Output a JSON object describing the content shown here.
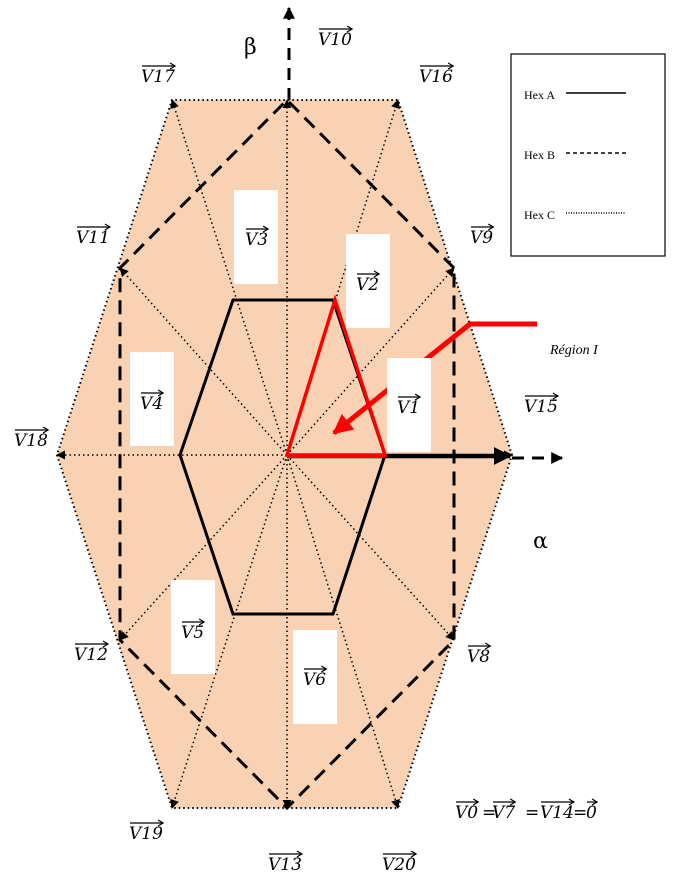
{
  "axes": {
    "alpha": "α",
    "beta": "β"
  },
  "vectors": {
    "v0": "V0",
    "v1": "V1",
    "v2": "V2",
    "v3": "V3",
    "v4": "V4",
    "v5": "V5",
    "v6": "V6",
    "v7": "V7",
    "v8": "V8",
    "v9": "V9",
    "v10": "V10",
    "v11": "V11",
    "v12": "V12",
    "v13": "V13",
    "v14": "V14",
    "v15": "V15",
    "v16": "V16",
    "v17": "V17",
    "v18": "V18",
    "v19": "V19",
    "v20": "V20"
  },
  "legend": {
    "hex_a": "Hex A",
    "hex_b": "Hex B",
    "hex_c": "Hex C"
  },
  "region_label": "Région I",
  "equation": {
    "eq1": "=",
    "eq2": "=",
    "eq3": "=",
    "zero": "0"
  },
  "colors": {
    "fill": "#f9d2b4",
    "accent": "#ff0000",
    "ink": "#000000"
  }
}
